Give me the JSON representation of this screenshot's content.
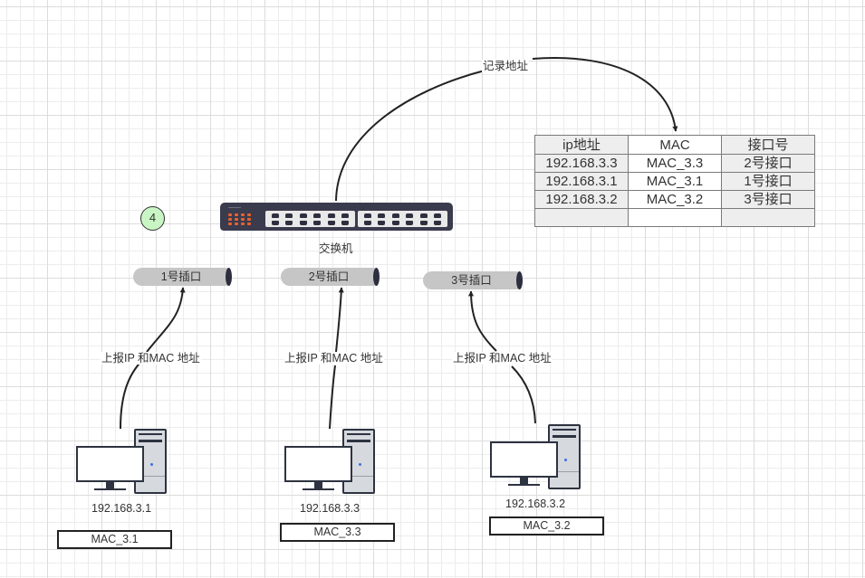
{
  "switch": {
    "label": "交换机",
    "ports_per_bank": 6,
    "banks": 2,
    "led_color": "#e8622d",
    "body_color": "#3a3b4d"
  },
  "badge": {
    "text": "4",
    "color": "#c9f5c4"
  },
  "record_edge_label": "记录地址",
  "address_table": {
    "headers": [
      "ip地址",
      "MAC",
      "接口号"
    ],
    "rows": [
      [
        "192.168.3.3",
        "MAC_3.3",
        "2号接口"
      ],
      [
        "192.168.3.1",
        "MAC_3.1",
        "1号接口"
      ],
      [
        "192.168.3.2",
        "MAC_3.2",
        "3号接口"
      ],
      [
        "",
        "",
        ""
      ]
    ]
  },
  "ports": [
    {
      "label": "1号插口"
    },
    {
      "label": "2号插口"
    },
    {
      "label": "3号插口"
    }
  ],
  "report_edge_label": "上报IP 和MAC 地址",
  "computers": [
    {
      "ip": "192.168.3.1",
      "mac": "MAC_3.1"
    },
    {
      "ip": "192.168.3.3",
      "mac": "MAC_3.3"
    },
    {
      "ip": "192.168.3.2",
      "mac": "MAC_3.2"
    }
  ]
}
